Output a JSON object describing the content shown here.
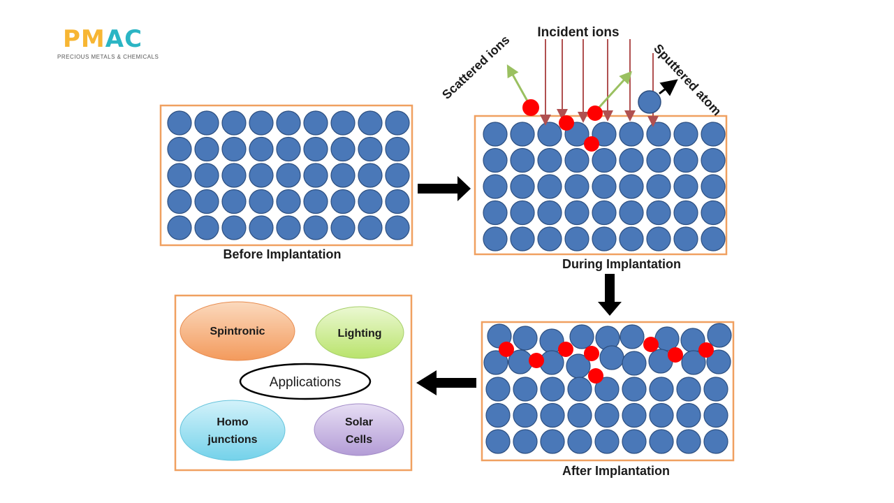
{
  "logo": {
    "letters": [
      "P",
      "M",
      "A",
      "C"
    ],
    "tagline": "PRECIOUS METALS & CHEMICALS",
    "colors": {
      "P": "#f7b633",
      "M": "#f7b633",
      "A": "#2bb5c4",
      "C": "#2bb5c4"
    }
  },
  "stages": {
    "before": "Before Implantation",
    "during": "During Implantation",
    "after": "After Implantation"
  },
  "annotations": {
    "incident": "Incident ions",
    "scattered": "Scattered ions",
    "sputtered": "Sputtered atom"
  },
  "applications": {
    "center": "Applications",
    "items": [
      {
        "id": "spintronic",
        "lines": [
          "Spintronic"
        ],
        "color": "#f5a46e"
      },
      {
        "id": "lighting",
        "lines": [
          "Lighting"
        ],
        "color": "#c8ea8c"
      },
      {
        "id": "homojunctions",
        "lines": [
          "Homo",
          "junctions"
        ],
        "color": "#8fdcef"
      },
      {
        "id": "solarcells",
        "lines": [
          "Solar",
          "Cells"
        ],
        "color": "#c5b3e0"
      }
    ]
  },
  "colors": {
    "atom": "#4a78b8",
    "atom_stroke": "#2d4f80",
    "ion": "#ff0000",
    "box_border": "#f0a060",
    "incident_arrow": "#b05050",
    "scattered_arrow": "#9ac060",
    "flow_arrow": "#000000"
  }
}
